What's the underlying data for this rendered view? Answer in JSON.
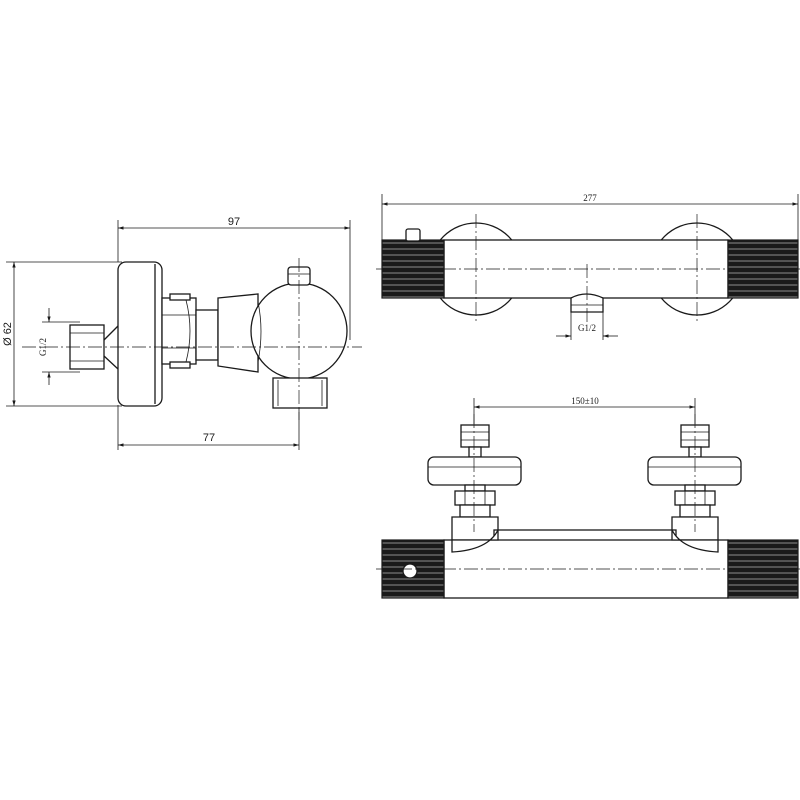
{
  "dimensions": {
    "side_width_total": "97",
    "side_width_body": "77",
    "side_diameter": "Ø 62",
    "side_thread": "G1/2",
    "top_length": "277",
    "top_outlet_thread": "G1/2",
    "front_inlet_spacing": "150±10"
  }
}
